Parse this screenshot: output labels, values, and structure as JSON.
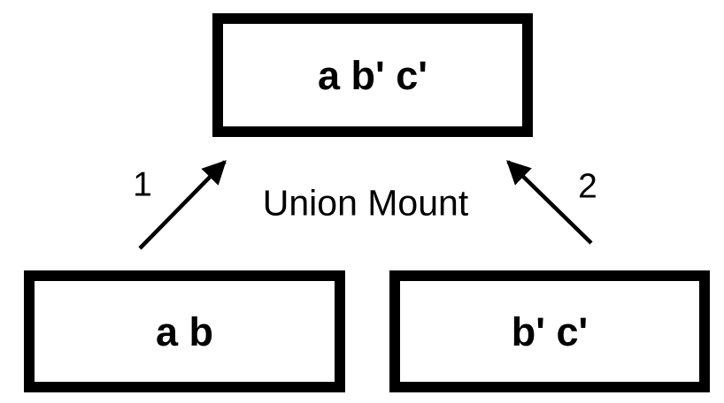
{
  "diagram": {
    "annotation": "Union Mount",
    "nodes": {
      "top": {
        "label": "a b' c'"
      },
      "bottom_left": {
        "label": "a b"
      },
      "bottom_right": {
        "label": "b' c'"
      }
    },
    "edges": [
      {
        "label": "1",
        "from": "bottom_left",
        "to": "top",
        "direction": "up-right"
      },
      {
        "label": "2",
        "from": "bottom_right",
        "to": "top",
        "direction": "up-left"
      }
    ],
    "colors": {
      "line": "#000000",
      "background": "#ffffff",
      "text": "#000000"
    }
  }
}
